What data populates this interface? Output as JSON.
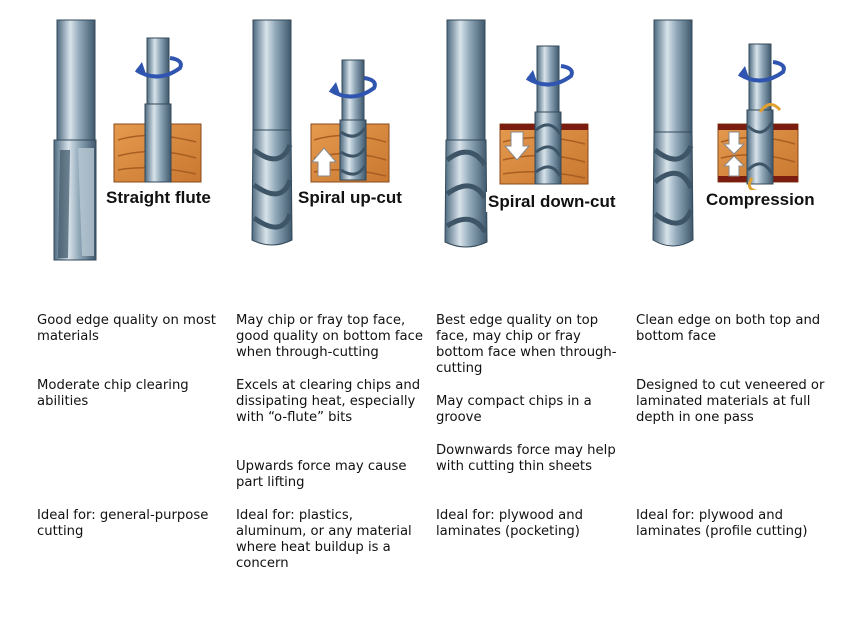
{
  "colors": {
    "steel_dark": "#4d6a80",
    "steel_light": "#d8e3ea",
    "wood": "#d8893e",
    "wood_band": "#7a1c10",
    "rotation_arrow": "#2f55b0"
  },
  "bits": [
    {
      "id": "straight",
      "label": "Straight flute",
      "notes": [
        "Good edge quality on most materials",
        "Moderate chip clearing abilities",
        "Ideal for: general-purpose cutting"
      ]
    },
    {
      "id": "upcut",
      "label": "Spiral up-cut",
      "notes": [
        "May chip or fray top face, good quality on bottom face when through-cutting",
        "Excels at clearing chips and dissipating heat, especially with “o-flute” bits",
        "Upwards force may cause part lifting",
        "Ideal for: plastics, aluminum, or any material where heat buildup is a concern"
      ]
    },
    {
      "id": "downcut",
      "label": "Spiral down-cut",
      "notes": [
        "Best edge quality on top face, may chip or fray bottom face when through-cutting",
        "May compact chips in a groove",
        "Downwards force may help with cutting thin sheets",
        "Ideal for: plywood and laminates (pocketing)"
      ]
    },
    {
      "id": "compression",
      "label": "Compression",
      "notes": [
        "Clean edge on both top and bottom face",
        "Designed to cut veneered or laminated materials at full depth in one pass",
        "Ideal for: plywood and laminates (profile cutting)"
      ]
    }
  ]
}
